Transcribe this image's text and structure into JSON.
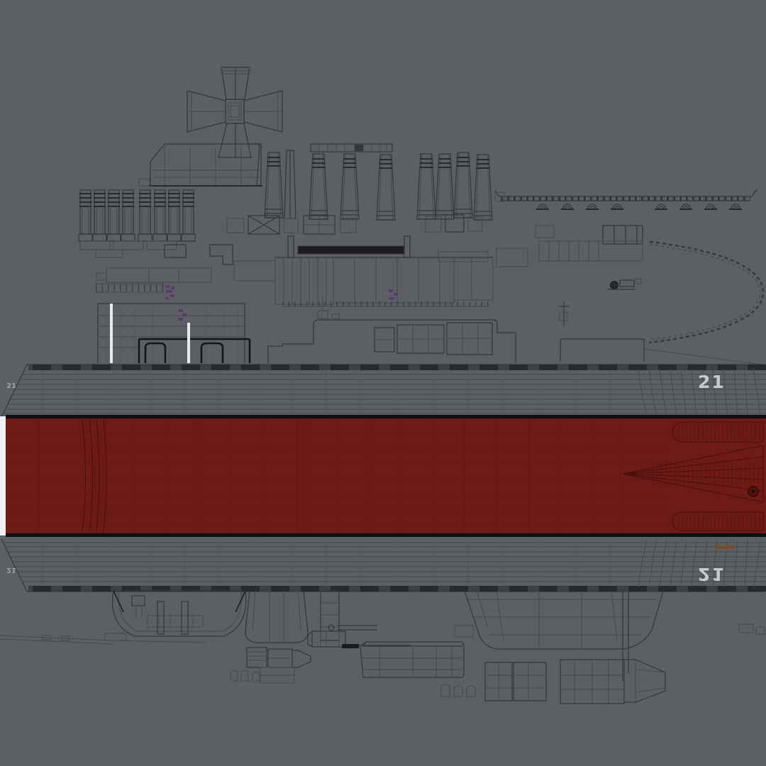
{
  "viewport": {
    "type": "3d-wireframe-texture-preview",
    "subject": "naval ship hull and parts wireframe layout"
  },
  "markings": {
    "hull_number": "21",
    "hull_number_small": "21"
  },
  "colors": {
    "background": "#5c6065",
    "wire_light": "#45494f",
    "wire_dark": "#2b2e33",
    "wire_black": "#17181b",
    "antifouling_red": "#6e1b17",
    "red_grid": "#5c1613",
    "border_black": "#0e0f10",
    "white_stripe": "#edeff1",
    "hull_number_color": "#c7c9cb",
    "accent_purple": "#5d3a6d",
    "accent_orange": "#7a4d1f"
  }
}
